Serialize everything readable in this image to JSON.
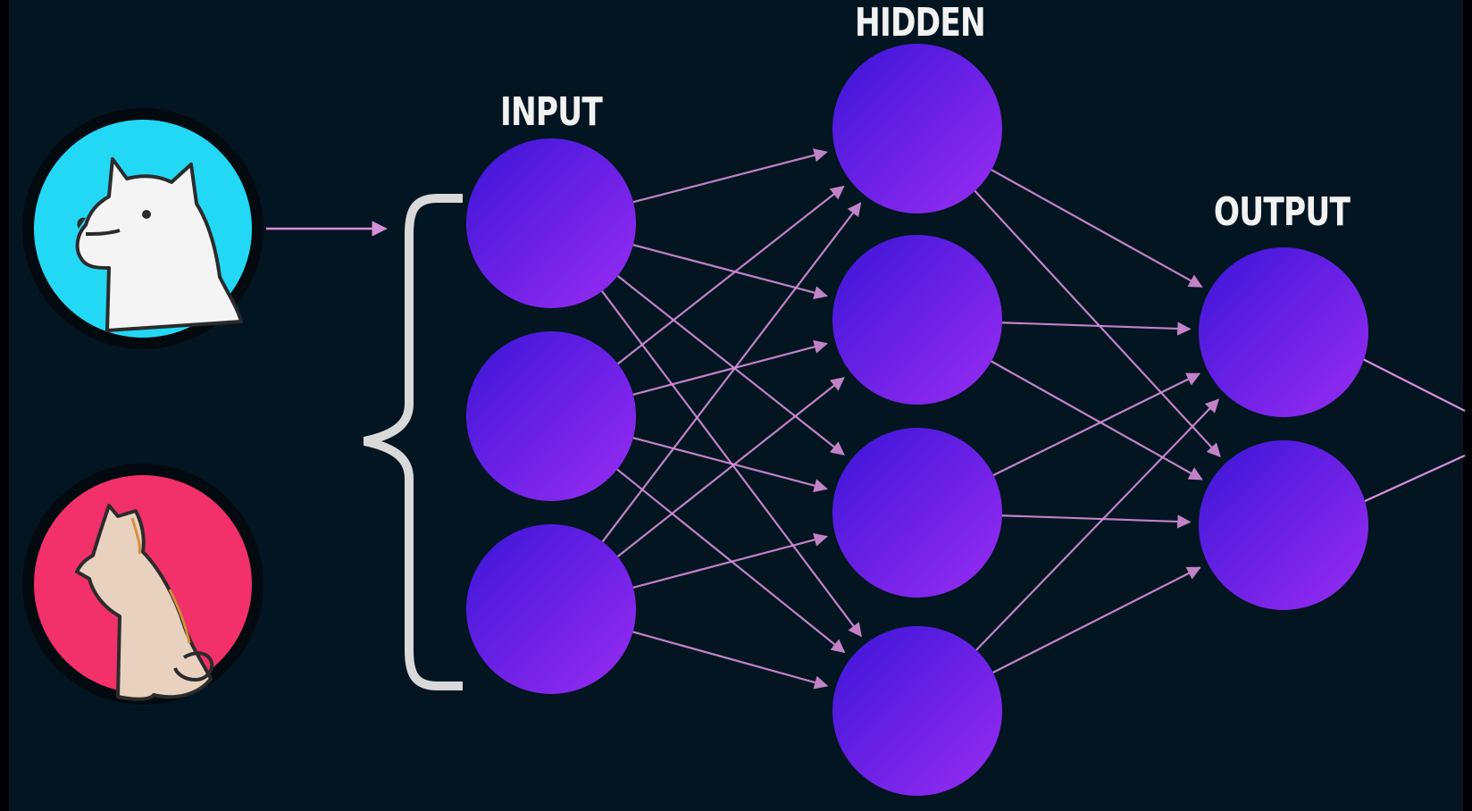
{
  "labels": {
    "input": "INPUT",
    "hidden": "HIDDEN",
    "output": "OUTPUT"
  },
  "network": {
    "input_neurons": 3,
    "hidden_neurons": 4,
    "output_neurons": 2,
    "examples": [
      "dog-image",
      "cat-image"
    ]
  },
  "colors": {
    "background": "#041522",
    "neuron_start": "#3a16d8",
    "neuron_end": "#9a2cf2",
    "connection": "#d690d8",
    "dog_badge": "#23d8f5",
    "cat_badge": "#f2306a",
    "bracket": "#d9d9d9"
  }
}
